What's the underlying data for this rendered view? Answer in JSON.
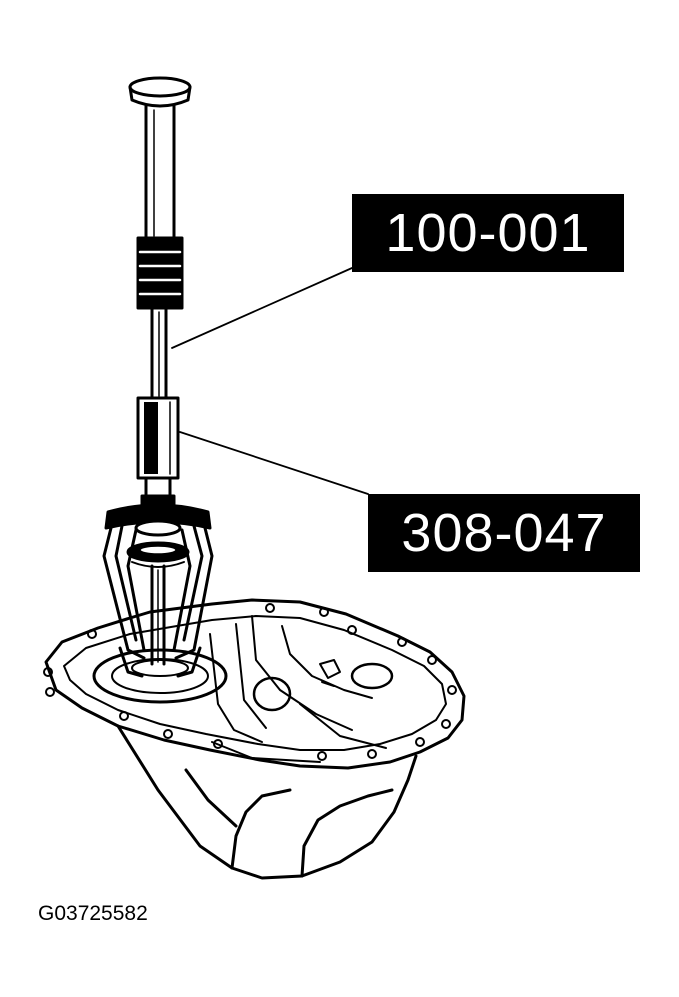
{
  "callouts": [
    {
      "label": "100-001"
    },
    {
      "label": "308-047"
    }
  ],
  "figure_id": "G03725582",
  "colors": {
    "ink": "#000000",
    "paper": "#ffffff",
    "label_bg": "#000000",
    "label_text": "#ffffff"
  }
}
